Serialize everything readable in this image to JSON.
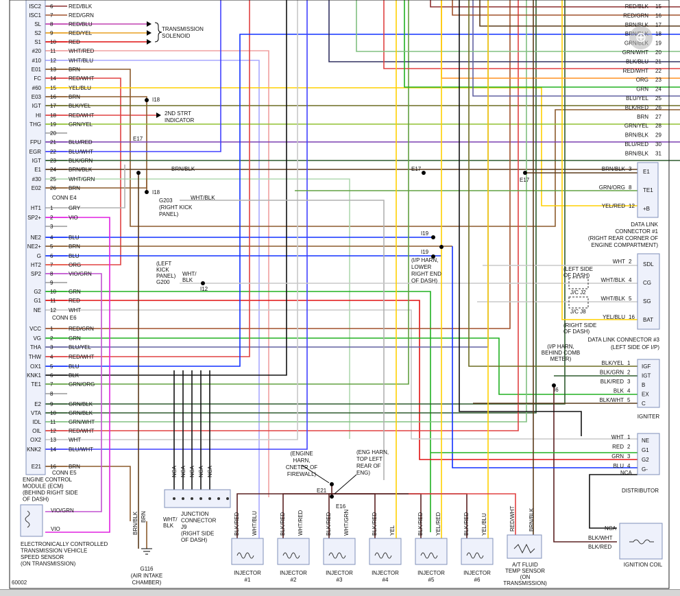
{
  "ecm_pins": [
    {
      "pin": "ISC2",
      "n": "6",
      "c": "RED/BLK",
      "hex": "#8b2f2f"
    },
    {
      "pin": "ISC1",
      "n": "7",
      "c": "RED/GRN",
      "hex": "#a0502a"
    },
    {
      "pin": "SL",
      "n": "8",
      "c": "RED/BLU",
      "hex": "#c040b0"
    },
    {
      "pin": "S2",
      "n": "9",
      "c": "RED/YEL",
      "hex": "#e8a020"
    },
    {
      "pin": "S1",
      "n": "10",
      "c": "RED",
      "hex": "#e01010"
    },
    {
      "pin": "#20",
      "n": "11",
      "c": "WHT/RED",
      "hex": "#f0a0a0"
    },
    {
      "pin": "#10",
      "n": "12",
      "c": "WHT/BLU",
      "hex": "#a8a8ff"
    },
    {
      "pin": "E01",
      "n": "13",
      "c": "BRN",
      "hex": "#8b5a2b"
    },
    {
      "pin": "FC",
      "n": "14",
      "c": "RED/WHT",
      "hex": "#e04040"
    },
    {
      "pin": "#60",
      "n": "15",
      "c": "YEL/BLU",
      "hex": "#ffd000"
    },
    {
      "pin": "E03",
      "n": "16",
      "c": "BRN",
      "hex": "#8b5a2b"
    },
    {
      "pin": "IGT",
      "n": "17",
      "c": "BLK/YEL",
      "hex": "#6b6b20"
    },
    {
      "pin": "HI",
      "n": "18",
      "c": "RED/WHT",
      "hex": "#e04040"
    },
    {
      "pin": "THG",
      "n": "19",
      "c": "GRN/YEL",
      "hex": "#90c030"
    },
    {
      "pin": "",
      "n": "20",
      "c": "",
      "hex": "#999999"
    },
    {
      "pin": "FPU",
      "n": "21",
      "c": "BLU/RED",
      "hex": "#7a3fb0"
    },
    {
      "pin": "EGR",
      "n": "22",
      "c": "BLU/WHT",
      "hex": "#4040ff"
    },
    {
      "pin": "IGT",
      "n": "23",
      "c": "BLK/GRN",
      "hex": "#2d5a2d"
    },
    {
      "pin": "E1",
      "n": "24",
      "c": "BRN/BLK",
      "hex": "#5a3a1a"
    },
    {
      "pin": "#30",
      "n": "25",
      "c": "WHT/GRN",
      "hex": "#b0d8b0"
    },
    {
      "pin": "E02",
      "n": "26",
      "c": "BRN",
      "hex": "#8b5a2b"
    }
  ],
  "e4_pins": [
    {
      "pin": "HT1",
      "n": "1",
      "c": "GRY",
      "hex": "#b0b0b0"
    },
    {
      "pin": "SP2+",
      "n": "2",
      "c": "VIO",
      "hex": "#e020e0"
    },
    {
      "pin": "",
      "n": "3",
      "c": "",
      "hex": "#999999"
    },
    {
      "pin": "NE2",
      "n": "4",
      "c": "BLU",
      "hex": "#1030ff"
    },
    {
      "pin": "NE2+",
      "n": "5",
      "c": "BRN",
      "hex": "#8b5a2b"
    },
    {
      "pin": "G",
      "n": "6",
      "c": "BLU",
      "hex": "#1030ff"
    },
    {
      "pin": "HT2",
      "n": "7",
      "c": "ORG",
      "hex": "#ff9020"
    },
    {
      "pin": "SP2",
      "n": "8",
      "c": "VIO/GRN",
      "hex": "#c050d0"
    },
    {
      "pin": "",
      "n": "9",
      "c": "",
      "hex": "#999999"
    },
    {
      "pin": "G2",
      "n": "10",
      "c": "GRN",
      "hex": "#20b020"
    },
    {
      "pin": "G1",
      "n": "11",
      "c": "RED",
      "hex": "#e01010"
    },
    {
      "pin": "NE",
      "n": "12",
      "c": "WHT",
      "hex": "#c8c8c8"
    }
  ],
  "e6_pins": [
    {
      "pin": "VCC",
      "n": "1",
      "c": "RED/GRN",
      "hex": "#a0502a"
    },
    {
      "pin": "VG",
      "n": "2",
      "c": "GRN",
      "hex": "#20b020"
    },
    {
      "pin": "THA",
      "n": "3",
      "c": "BLU/YEL",
      "hex": "#6060a0"
    },
    {
      "pin": "THW",
      "n": "4",
      "c": "RED/WHT",
      "hex": "#e04040"
    },
    {
      "pin": "OX1",
      "n": "5",
      "c": "BLU",
      "hex": "#1030ff"
    },
    {
      "pin": "KNK1",
      "n": "6",
      "c": "BLK",
      "hex": "#111111"
    },
    {
      "pin": "TE1",
      "n": "7",
      "c": "GRN/ORG",
      "hex": "#60a040"
    },
    {
      "pin": "",
      "n": "8",
      "c": "",
      "hex": "#999999"
    },
    {
      "pin": "E2",
      "n": "9",
      "c": "GRN/BLK",
      "hex": "#2d5a2d"
    },
    {
      "pin": "VTA",
      "n": "10",
      "c": "GRN/BLK",
      "hex": "#2d5a2d"
    },
    {
      "pin": "IDL",
      "n": "11",
      "c": "GRN/WHT",
      "hex": "#80c080"
    },
    {
      "pin": "OIL",
      "n": "12",
      "c": "RED/WHT",
      "hex": "#e04040"
    },
    {
      "pin": "OX2",
      "n": "13",
      "c": "WHT",
      "hex": "#c8c8c8"
    },
    {
      "pin": "KNK2",
      "n": "14",
      "c": "BLU/WHT",
      "hex": "#4040ff"
    },
    {
      "pin": "E21",
      "n": "16",
      "c": "BRN",
      "hex": "#8b5a2b"
    }
  ],
  "right_wires": [
    {
      "n": "15",
      "c": "RED/BLK",
      "hex": "#8b2f2f"
    },
    {
      "n": "16",
      "c": "RED/GRN",
      "hex": "#a0502a"
    },
    {
      "n": "17",
      "c": "BRN/BLK",
      "hex": "#5a3a1a"
    },
    {
      "n": "18",
      "c": "BRN/BLK",
      "hex": "#5a3a1a"
    },
    {
      "n": "19",
      "c": "GRN/BLK",
      "hex": "#2d5a2d"
    },
    {
      "n": "20",
      "c": "GRN/WHT",
      "hex": "#80c080"
    },
    {
      "n": "21",
      "c": "BLK/BLU",
      "hex": "#303060"
    },
    {
      "n": "22",
      "c": "RED/WHT",
      "hex": "#e04040"
    },
    {
      "n": "23",
      "c": "ORG",
      "hex": "#ff9020"
    },
    {
      "n": "24",
      "c": "GRN",
      "hex": "#20b020"
    },
    {
      "n": "25",
      "c": "BLU/YEL",
      "hex": "#6060a0"
    },
    {
      "n": "26",
      "c": "BLK/RED",
      "hex": "#5a2020"
    },
    {
      "n": "27",
      "c": "BRN",
      "hex": "#8b5a2b"
    },
    {
      "n": "28",
      "c": "GRN/YEL",
      "hex": "#90c030"
    },
    {
      "n": "29",
      "c": "BRN/BLK",
      "hex": "#5a3a1a"
    },
    {
      "n": "30",
      "c": "BLU/RED",
      "hex": "#7a3fb0"
    },
    {
      "n": "31",
      "c": "BRN/BLK",
      "hex": "#5a3a1a"
    }
  ],
  "labels": {
    "trans_solenoid": [
      "TRANSMISSION",
      "SOLENOID"
    ],
    "strt_indicator": [
      "2ND STRT",
      "INDICATOR"
    ],
    "conn_e4": "CONN E4",
    "conn_e6": "CONN E6",
    "conn_e5": "CONN E5",
    "ecm": [
      "ENGINE CONTROL",
      "MODULE (ECM)",
      "(BEHIND RIGHT SIDE",
      "OF DASH)"
    ],
    "speed_sensor": [
      "ELECTRONICALLY CONTROLLED",
      "TRANSMISSION VEHICLE",
      "SPEED SENSOR",
      "(ON TRANSMISSION)"
    ],
    "speed_sensor_wires": [
      "VIO/GRN",
      "VIO"
    ],
    "g203": [
      "G203",
      "(RIGHT KICK",
      "PANEL)"
    ],
    "g203_wire": "WHT/BLK",
    "g200": [
      "(LEFT",
      "KICK",
      "PANEL)",
      "G200"
    ],
    "g200_wire": [
      "WHT/",
      "BLK"
    ],
    "splices": {
      "i18a": "I18",
      "i18b": "I18",
      "e17a": "E17",
      "e17b": "E17",
      "e17c": "E17",
      "i19a": "I19",
      "i19b": "I19",
      "i12": "I12",
      "i6": "I6",
      "e21": "E21",
      "e16": "E16"
    },
    "e1_wire": "BRN/BLK",
    "ip_harness": [
      "(I/P HARN,",
      "LOWER",
      "RIGHT END",
      "OF DASH)"
    ],
    "dlc1_pins": [
      {
        "w": "BRN/BLK",
        "n": "3",
        "t": "E1"
      },
      {
        "w": "GRN/ORG",
        "n": "8",
        "t": "TE1"
      },
      {
        "w": "YEL/RED",
        "n": "12",
        "t": "+B"
      }
    ],
    "dlc1": [
      "DATA LINK",
      "CONNECTOR #1",
      "(RIGHT REAR CORNER OF",
      "ENGINE COMPARTMENT)"
    ],
    "dlc3_pins": [
      {
        "w": "WHT",
        "n": "2",
        "t": "SDL"
      },
      {
        "w": "WHT/BLK",
        "n": "4",
        "t": "CG"
      },
      {
        "w": "WHT/BLK",
        "n": "5",
        "t": "SG"
      },
      {
        "w": "YEL/BLU",
        "n": "16",
        "t": "BAT"
      }
    ],
    "dlc3": [
      "DATA LINK CONNECTOR #3",
      "(LEFT SIDE OF I/P)"
    ],
    "jc_left": [
      "(LEFT SIDE",
      "OF DASH)"
    ],
    "jc_right": [
      "(RIGHT SIDE",
      "OF DASH)"
    ],
    "jc_names": [
      "J/C J2",
      "J/C J8"
    ],
    "comb_meter": [
      "(I/P HARN,",
      "BEHIND COMB",
      "METER)"
    ],
    "igniter_pins": [
      {
        "w": "BLK/YEL",
        "n": "1",
        "t": "IGF"
      },
      {
        "w": "BLK/GRN",
        "n": "2",
        "t": "IGT"
      },
      {
        "w": "BLK/RED",
        "n": "3",
        "t": "B"
      },
      {
        "w": "BLK",
        "n": "4",
        "t": "EX"
      },
      {
        "w": "BLK/WHT",
        "n": "5",
        "t": "C"
      }
    ],
    "igniter": "IGNITER",
    "dist_pins": [
      {
        "w": "WHT",
        "n": "1",
        "t": "NE"
      },
      {
        "w": "RED",
        "n": "2",
        "t": "G1"
      },
      {
        "w": "GRN",
        "n": "3",
        "t": "G2"
      },
      {
        "w": "BLU",
        "n": "4",
        "t": "G-"
      }
    ],
    "dist_nca": "NCA",
    "distributor": "DISTRIBUTOR",
    "coil_wires": [
      "NCA",
      "BLK/WHT",
      "BLK/RED"
    ],
    "ignition_coil": "IGNITION COIL",
    "eng_harn_a": [
      "(ENGINE",
      "HARN,",
      "CNETER OF",
      "FIREWALL)"
    ],
    "eng_harn_b": [
      "(ENG HARN,",
      "TOP LEFT",
      "REAR OF",
      "ENG)"
    ],
    "injectors": [
      {
        "w1": "BLK/RED",
        "w2": "WHT/BLU",
        "name": "INJECTOR",
        "num": "#1"
      },
      {
        "w1": "BLK/RED",
        "w2": "WHT/RED",
        "name": "INJECTOR",
        "num": "#2"
      },
      {
        "w1": "BLK/RED",
        "w2": "WHT/GRN",
        "name": "INJECTOR",
        "num": "#3"
      },
      {
        "w1": "BLK/RED",
        "w2": "YEL",
        "name": "INJECTOR",
        "num": "#4"
      },
      {
        "w1": "BLK/RED",
        "w2": "YEL/RED",
        "name": "INJECTOR",
        "num": "#5"
      },
      {
        "w1": "BLK/RED",
        "w2": "YEL/BLU",
        "name": "INJECTOR",
        "num": "#6"
      }
    ],
    "atf_wires": [
      "RED/WHT",
      "BRN/BLK"
    ],
    "atf_sensor": [
      "A/T FLUID",
      "TEMP SENSOR",
      "(ON",
      "TRANSMISSION)"
    ],
    "junction": [
      "JUNCTION",
      "CONNECTOR",
      "J9",
      "(RIGHT SIDE",
      "OF DASH)"
    ],
    "nca": "NCA",
    "g116_wires": [
      "BRN/BLK",
      "BRN"
    ],
    "g116_wht": [
      "WHT/",
      "BLK"
    ],
    "g116": [
      "G116",
      "(AIR INTAKE",
      "CHAMBER)"
    ],
    "footer_id": "60002",
    "zoom_glyph": "⊕"
  }
}
